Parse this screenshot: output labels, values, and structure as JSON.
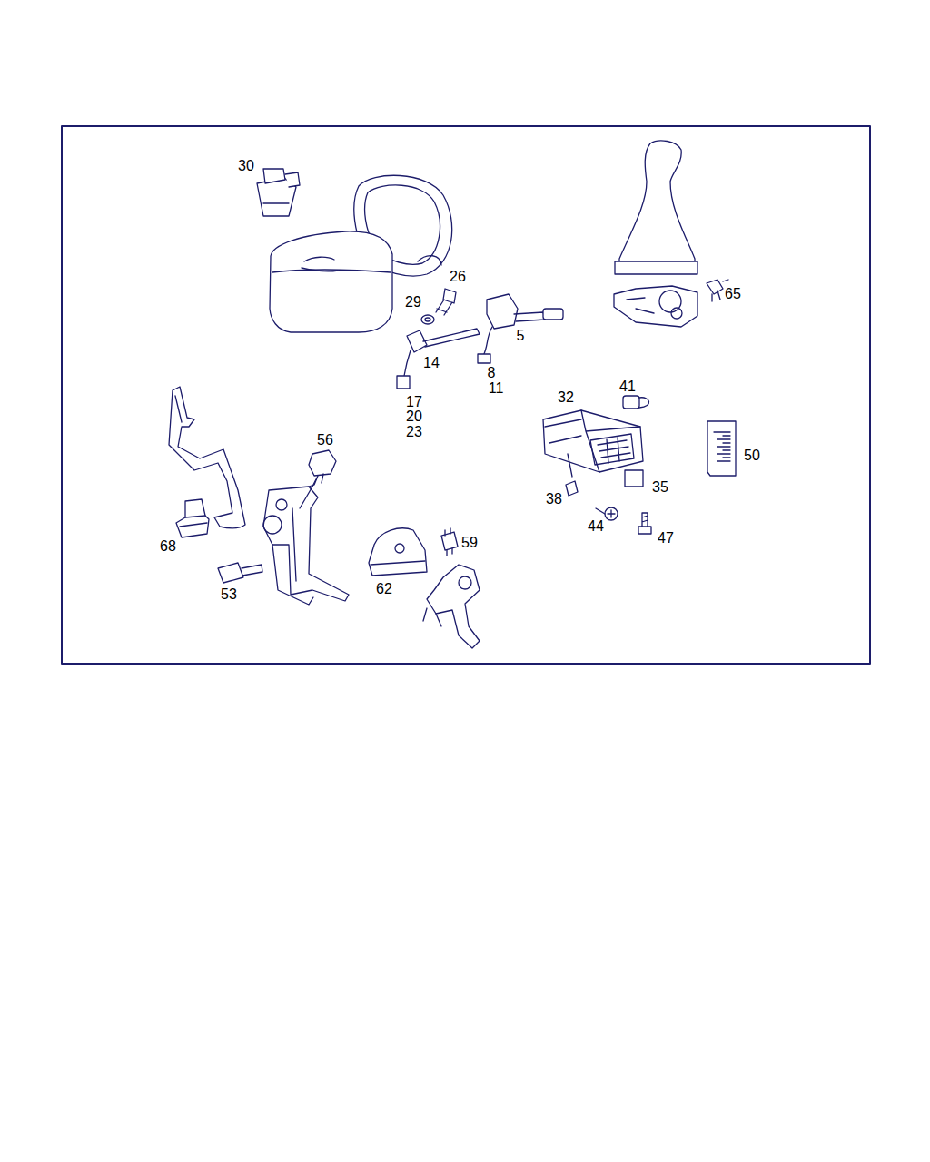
{
  "diagram": {
    "labels": [
      "30",
      "26",
      "65",
      "29",
      "5",
      "14",
      "8",
      "11",
      "41",
      "32",
      "17",
      "20",
      "23",
      "56",
      "50",
      "35",
      "38",
      "44",
      "47",
      "59",
      "68",
      "62",
      "53"
    ]
  }
}
